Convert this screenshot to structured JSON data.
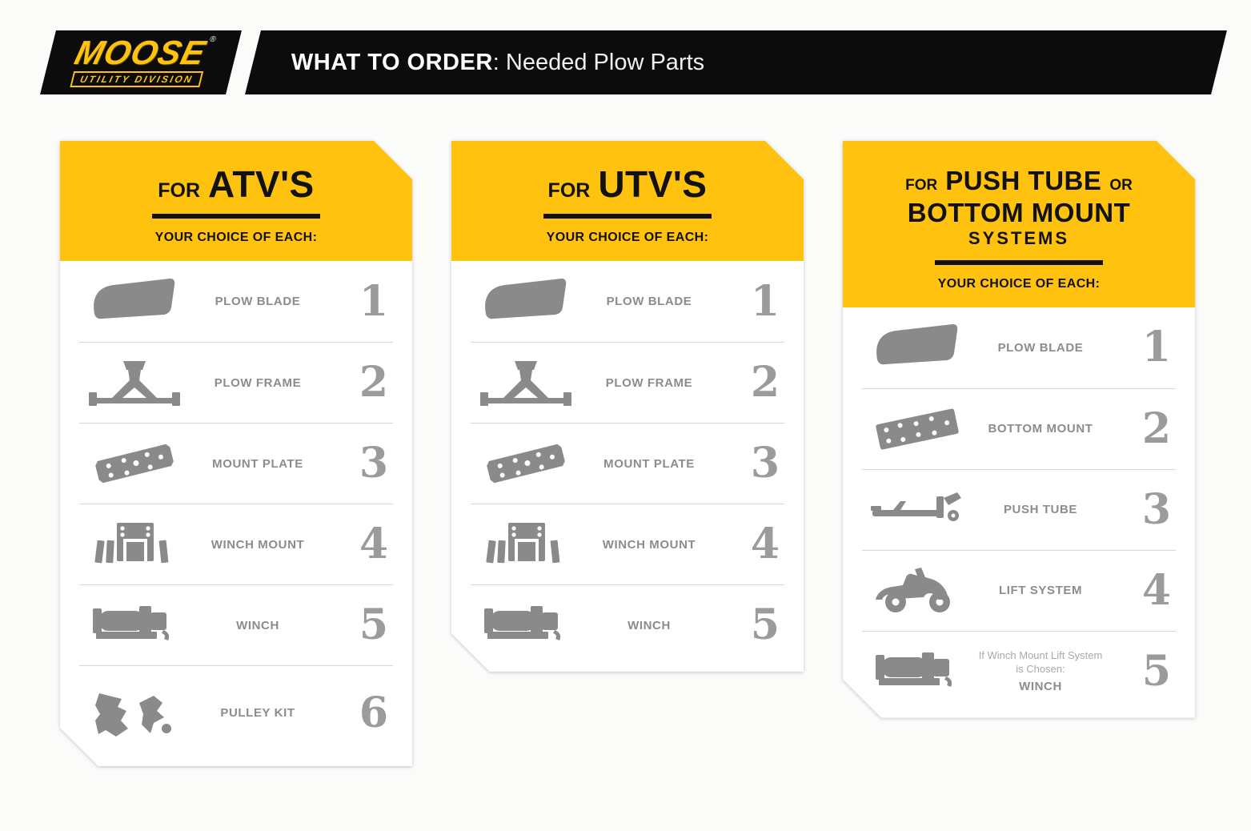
{
  "colors": {
    "accent_yellow": "#FFC20E",
    "banner_black": "#0C0C0C",
    "icon_gray": "#8A8A8A"
  },
  "header": {
    "logo": {
      "name": "MOOSE",
      "reg": "®",
      "sub": "UTILITY DIVISION"
    },
    "banner": {
      "bold": "WHAT TO ORDER",
      "rest": ": Needed Plow Parts"
    }
  },
  "cards": [
    {
      "id": "atv",
      "title_lines": [
        [
          {
            "text": "FOR",
            "size": "small"
          },
          {
            "text": "ATV'S",
            "size": "large"
          }
        ]
      ],
      "subtitle": "YOUR CHOICE OF EACH:",
      "rows": [
        {
          "icon": "plow-blade-icon",
          "label": "PLOW BLADE",
          "number": "1"
        },
        {
          "icon": "plow-frame-icon",
          "label": "PLOW FRAME",
          "number": "2"
        },
        {
          "icon": "mount-plate-icon",
          "label": "MOUNT PLATE",
          "number": "3"
        },
        {
          "icon": "winch-mount-icon",
          "label": "WINCH MOUNT",
          "number": "4"
        },
        {
          "icon": "winch-icon",
          "label": "WINCH",
          "number": "5"
        },
        {
          "icon": "pulley-kit-icon",
          "label": "PULLEY KIT",
          "number": "6"
        }
      ]
    },
    {
      "id": "utv",
      "title_lines": [
        [
          {
            "text": "FOR",
            "size": "small"
          },
          {
            "text": "UTV'S",
            "size": "large"
          }
        ]
      ],
      "subtitle": "YOUR CHOICE OF EACH:",
      "rows": [
        {
          "icon": "plow-blade-icon",
          "label": "PLOW BLADE",
          "number": "1"
        },
        {
          "icon": "plow-frame-icon",
          "label": "PLOW FRAME",
          "number": "2"
        },
        {
          "icon": "mount-plate-icon",
          "label": "MOUNT PLATE",
          "number": "3"
        },
        {
          "icon": "winch-mount-icon",
          "label": "WINCH MOUNT",
          "number": "4"
        },
        {
          "icon": "winch-icon",
          "label": "WINCH",
          "number": "5"
        }
      ]
    },
    {
      "id": "push-tube",
      "title_lines": [
        [
          {
            "text": "FOR",
            "size": "small"
          },
          {
            "text": "PUSH TUBE",
            "size": "large"
          },
          {
            "text": "OR",
            "size": "small"
          }
        ],
        [
          {
            "text": "BOTTOM MOUNT",
            "size": "large"
          }
        ],
        [
          {
            "text": "SYSTEMS",
            "size": "medium"
          }
        ]
      ],
      "subtitle": "YOUR CHOICE OF EACH:",
      "rows": [
        {
          "icon": "plow-blade-icon",
          "label": "PLOW BLADE",
          "number": "1"
        },
        {
          "icon": "bottom-mount-icon",
          "label": "BOTTOM MOUNT",
          "number": "2"
        },
        {
          "icon": "push-tube-icon",
          "label": "PUSH TUBE",
          "number": "3"
        },
        {
          "icon": "lift-system-icon",
          "label": "LIFT SYSTEM",
          "number": "4"
        },
        {
          "icon": "winch-icon",
          "label": "WINCH",
          "number": "5",
          "note": "If Winch Mount Lift System is Chosen:"
        }
      ]
    }
  ]
}
